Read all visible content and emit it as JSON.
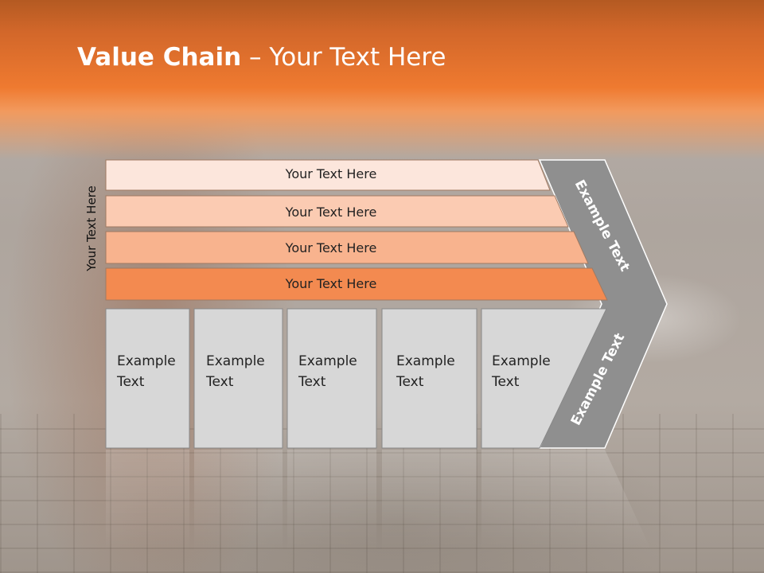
{
  "slide": {
    "title_bold": "Value Chain",
    "title_rest": " – Your Text Here",
    "side_label": "Your Text Here"
  },
  "support_activities": [
    {
      "label": "Your Text Here",
      "color": "#fce6dc"
    },
    {
      "label": "Your Text Here",
      "color": "#fbcbb2"
    },
    {
      "label": "Your Text Here",
      "color": "#f8b38e"
    },
    {
      "label": "Your Text Here",
      "color": "#f38a50"
    }
  ],
  "primary_activities": [
    {
      "line1": "Example",
      "line2": "Text"
    },
    {
      "line1": "Example",
      "line2": "Text"
    },
    {
      "line1": "Example",
      "line2": "Text"
    },
    {
      "line1": "Example",
      "line2": "Text"
    },
    {
      "line1": "Example",
      "line2": "Text"
    }
  ],
  "margin_labels": {
    "upper": "Example Text",
    "lower": "Example Text"
  },
  "colors": {
    "accent_orange": "#ef7a30",
    "chevron_gray": "#8f8f8f",
    "box_gray": "#d7d7d7"
  }
}
